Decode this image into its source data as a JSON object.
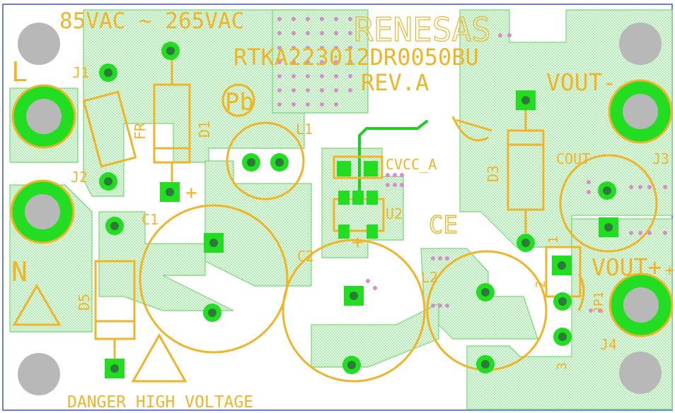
{
  "board": {
    "input_range": "85VAC ~ 265VAC",
    "part_number": "RTKA223012DR0050BU",
    "revision": "REV.A",
    "brand": "RENESAS",
    "warning": "DANGER HIGH VOLTAGE",
    "pb_mark": "Pb",
    "ce_mark": "CE"
  },
  "labels": {
    "L": "L",
    "N": "N",
    "J1": "J1",
    "J2": "J2",
    "J3": "J3",
    "J4": "J4",
    "FR": "FR",
    "D1": "D1",
    "D3": "D3",
    "D5": "D5",
    "L1": "L1",
    "L2": "L2",
    "C1": "C1",
    "C2": "C2",
    "COUT": "COUT",
    "CVCC": "CVCC_A",
    "U2": "U2",
    "JP1": "JP1",
    "VOUT_MINUS": "VOUT-",
    "VOUT_PLUS": "VOUT+",
    "pin1": "1",
    "pin2": "2",
    "pin3": "3",
    "plus": "+"
  },
  "colors": {
    "silkscreen": "#f0b429",
    "copper": "#7bd67b",
    "pad": "#22dd22",
    "via": "#d98bd0",
    "border": "#3355cc"
  }
}
